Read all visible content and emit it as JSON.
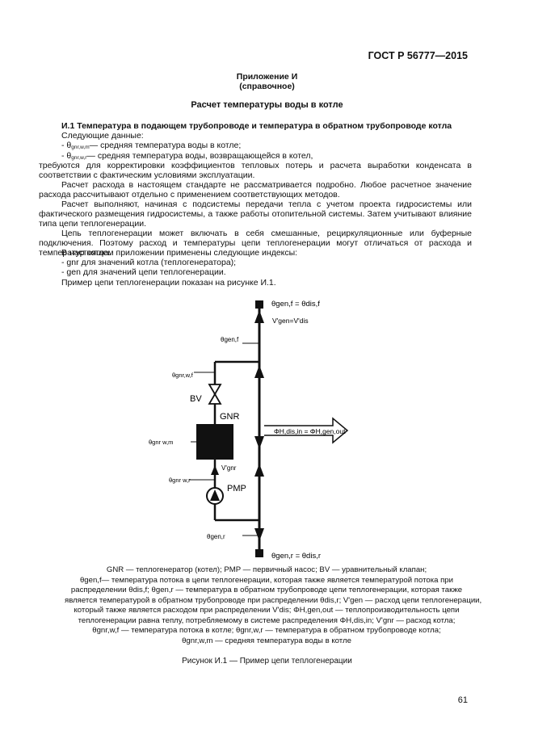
{
  "header": {
    "standard": "ГОСТ Р 56777—2015"
  },
  "appendix": {
    "title": "Приложение И",
    "subtitle": "(справочное)"
  },
  "section_title": "Расчет температуры воды в котле",
  "subsection": {
    "heading": "И.1 Температура в подающем трубопроводе и температура в обратном трубопроводе котла",
    "p1": "Следующие данные:",
    "item1_pre": "- θ",
    "item1_sub": "gnr,w,m",
    "item1_post": "— средняя температура воды в котле;",
    "item2_pre": "- θ",
    "item2_sub": "gnr,w,r",
    "item2_post": "— средняя температура воды, возвращающейся в котел,",
    "p2": "требуются для корректировки коэффициентов тепловых потерь и расчета выработки конденсата в соответствии с фактическим условиями эксплуатации.",
    "p3": "Расчет расхода в настоящем стандарте не рассматривается подробно. Любое расчетное значение расхода рассчитывают отдельно с применением соответствующих методов.",
    "p4": "Расчет выполняют, начиная с подсистемы передачи тепла с учетом проекта гидросистемы или фактического размещения гидросистемы, а также работы отопительной системы. Затем учитывают влияние типа цепи теплогенерации.",
    "p5": "Цепь теплогенерации может включать в себя смешанные, рециркуляционные или буферные подключения. Поэтому расход и температуры цепи теплогенерации могут отличаться от расхода и температур котла.",
    "p6": "В настоящем приложении применены следующие индексы:",
    "p7": "- gnr для значений котла (теплогенератора);",
    "p8": "- gen для значений цепи теплогенерации.",
    "p9": "Пример цепи теплогенерации показан на рисунке И.1."
  },
  "diagram": {
    "top_label": "θgen,f = θdis,f",
    "flow_label": "V'gen=V'dis",
    "gen_f": "θgen,f",
    "gnr_w_f": "θgnr,w,f",
    "bv": "BV",
    "gnr": "GNR",
    "gnr_w_m": "θgnr w,m",
    "v_gnr": "V'gnr",
    "gnr_w_r": "θgnr w,r",
    "pmp": "PMP",
    "arrow_label": "ΦH,dis,in = ΦH,gen,out",
    "gen_r": "θgen,r",
    "bottom_label": "θgen,r = θdis,r"
  },
  "caption": {
    "l1": "GNR — теплогенератор (котел); PMP — первичный насос; BV — уравнительный клапан;",
    "l2": "θgen,f— температура потока в цепи теплогенерации, которая также является температурой потока при",
    "l3": "распределении θdis,f; θgen,r — температура в обратном трубопроводе цепи теплогенерации, которая также",
    "l4": "является температурой в обратном трубопроводе при распределении θdis,r; V'gen — расход цепи теплогенерации,",
    "l5": "который также является расходом при распределении V'dis; ΦH,gen,out — теплопроизводительность цепи",
    "l6": "теплогенерации равна теплу, потребляемому в системе распределения ΦH,dis,in; V'gnr — расход котла;",
    "l7": "θgnr,w,f — температура потока в котле; θgnr,w,r — температура в обратном трубопроводе котла;",
    "l8": "θgnr,w,m — средняя температура воды в котле"
  },
  "figure_title": "Рисунок И.1 — Пример цепи теплогенерации",
  "page_number": "61"
}
